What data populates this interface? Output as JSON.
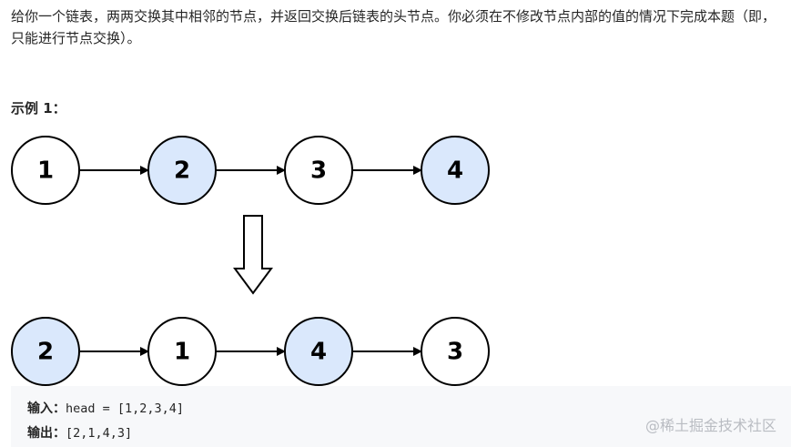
{
  "problem": {
    "description": "给你一个链表，两两交换其中相邻的节点，并返回交换后链表的头节点。你必须在不修改节点内部的值的情况下完成本题（即，只能进行节点交换）。",
    "example_title": "示例 1："
  },
  "diagram": {
    "before": [
      "1",
      "2",
      "3",
      "4"
    ],
    "after": [
      "2",
      "1",
      "4",
      "3"
    ],
    "highlight_fill": "#dae8fc",
    "plain_fill": "#ffffff",
    "before_highlight": [
      false,
      true,
      false,
      true
    ],
    "after_highlight": [
      true,
      false,
      true,
      false
    ]
  },
  "example": {
    "input_label": "输入：",
    "input_value": "head = [1,2,3,4]",
    "output_label": "输出：",
    "output_value": "[2,1,4,3]"
  },
  "watermark": "@稀土掘金技术社区"
}
